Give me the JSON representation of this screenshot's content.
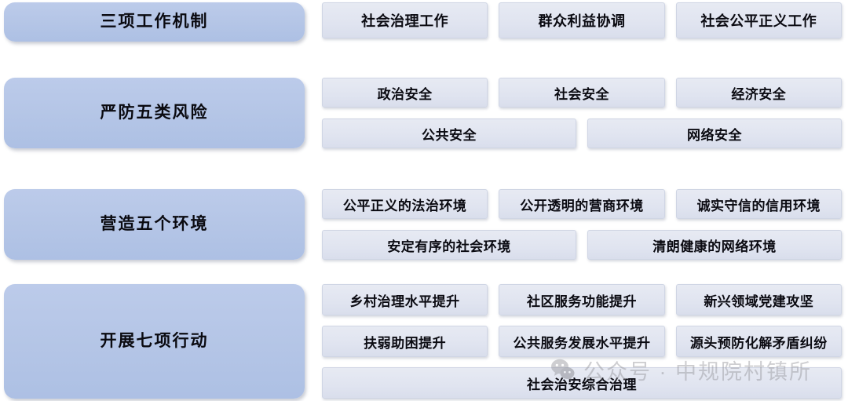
{
  "diagram": {
    "title": "三项工作机制 / 严防五类风险 / 营造五个环境 / 开展七项行动",
    "colors": {
      "category_panel": "#b4c5e6",
      "chip": "#e0e4f0",
      "chip_border": "#cfd5e4",
      "text": "#0b0b12",
      "watermark": "#8d8d93",
      "background": "#ffffff"
    },
    "rows": [
      {
        "category": "三项工作机制",
        "lines": [
          [
            "社会治理工作",
            "群众利益协调",
            "社会公平正义工作"
          ]
        ]
      },
      {
        "category": "严防五类风险",
        "lines": [
          [
            "政治安全",
            "社会安全",
            "经济安全"
          ],
          [
            "公共安全",
            "网络安全"
          ]
        ]
      },
      {
        "category": "营造五个环境",
        "lines": [
          [
            "公平正义的法治环境",
            "公开透明的营商环境",
            "诚实守信的信用环境"
          ],
          [
            "安定有序的社会环境",
            "清朗健康的网络环境"
          ]
        ]
      },
      {
        "category": "开展七项行动",
        "lines": [
          [
            "乡村治理水平提升",
            "社区服务功能提升",
            "新兴领域党建攻坚"
          ],
          [
            "扶弱助困提升",
            "公共服务发展水平提升",
            "源头预防化解矛盾纠纷"
          ],
          [
            "社会治安综合治理"
          ]
        ]
      }
    ]
  },
  "watermark": {
    "icon": "wechat-icon",
    "text": "公众号 · 中规院村镇所"
  }
}
